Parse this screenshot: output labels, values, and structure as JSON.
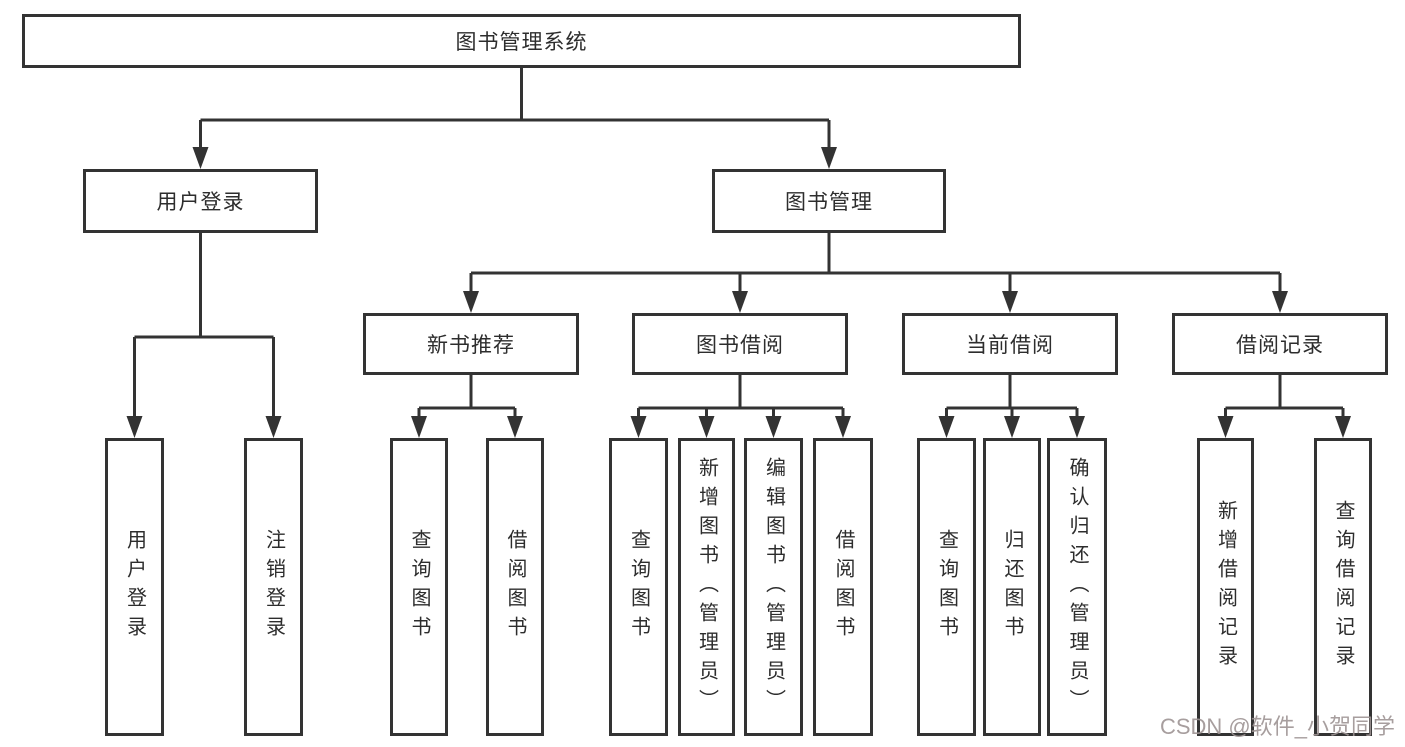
{
  "colors": {
    "line": "#333333",
    "border": "#333333",
    "text": "#2d2d2d",
    "watermark": "#9e9494",
    "background": "#ffffff"
  },
  "diagram": {
    "root": {
      "label": "图书管理系统"
    },
    "level2": [
      {
        "label": "用户登录"
      },
      {
        "label": "图书管理"
      }
    ],
    "level3": [
      {
        "label": "新书推荐"
      },
      {
        "label": "图书借阅"
      },
      {
        "label": "当前借阅"
      },
      {
        "label": "借阅记录"
      }
    ],
    "leaves": {
      "user_login": [
        {
          "label": "用户登录"
        },
        {
          "label": "注销登录"
        }
      ],
      "new_book_recommend": [
        {
          "label": "查询图书"
        },
        {
          "label": "借阅图书"
        }
      ],
      "book_borrowing": [
        {
          "label": "查询图书"
        },
        {
          "label": "新增图书（管理员）"
        },
        {
          "label": "编辑图书（管理员）"
        },
        {
          "label": "借阅图书"
        }
      ],
      "current_borrowing": [
        {
          "label": "查询图书"
        },
        {
          "label": "归还图书"
        },
        {
          "label": "确认归还（管理员）"
        }
      ],
      "borrowing_records": [
        {
          "label": "新增借阅记录"
        },
        {
          "label": "查询借阅记录"
        }
      ]
    }
  },
  "watermark": {
    "text": "CSDN @软件_小贺同学"
  }
}
